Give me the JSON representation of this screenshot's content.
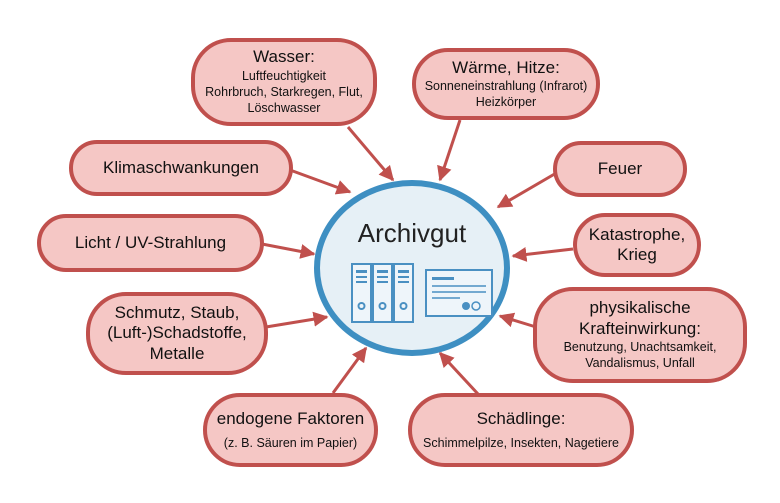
{
  "colors": {
    "node_fill": "#f5c7c5",
    "node_border": "#c0504d",
    "arrow": "#c0504d",
    "center_border": "#3e8fc2",
    "center_fill": "#e6f0f6",
    "icon": "#4a90c2"
  },
  "center": {
    "title": "Archivgut",
    "icons": [
      "binder-icon",
      "document-card-icon"
    ]
  },
  "nodes": {
    "wasser": {
      "title": "Wasser:",
      "lines": [
        "Luftfeuchtigkeit",
        "Rohrbruch, Starkregen, Flut,",
        "Löschwasser"
      ]
    },
    "waerme": {
      "title": "Wärme, Hitze:",
      "lines": [
        "Sonneneinstrahlung (Infrarot)",
        "Heizkörper"
      ]
    },
    "klima": {
      "title": "Klimaschwankungen"
    },
    "feuer": {
      "title": "Feuer"
    },
    "licht": {
      "title": "Licht / UV-Strahlung"
    },
    "katastrophe": {
      "title": "Katastrophe,",
      "title2": "Krieg"
    },
    "schmutz": {
      "lines": [
        "Schmutz, Staub,",
        "(Luft-)Schadstoffe,",
        "Metalle"
      ]
    },
    "physikalisch": {
      "title": "physikalische",
      "title2": "Krafteinwirkung:",
      "lines": [
        "Benutzung, Unachtsamkeit,",
        "Vandalismus, Unfall"
      ]
    },
    "endogen": {
      "title": "endogene Faktoren",
      "sub": "(z. B. Säuren im Papier)"
    },
    "schaedlinge": {
      "title": "Schädlinge:",
      "sub": "Schimmelpilze, Insekten, Nagetiere"
    }
  }
}
